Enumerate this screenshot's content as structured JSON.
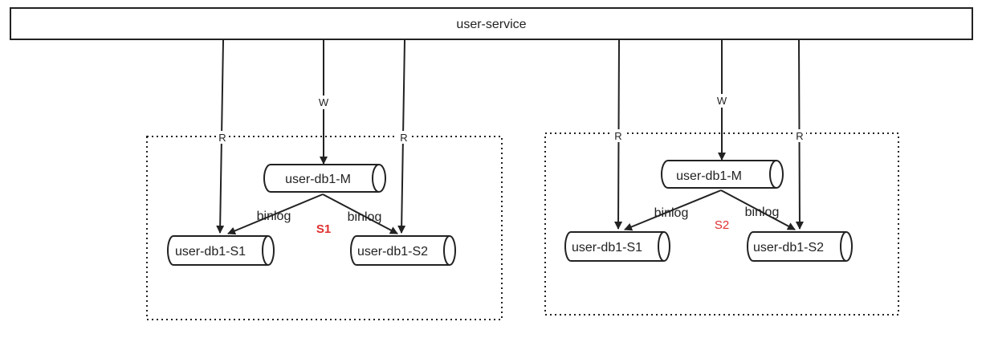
{
  "service": {
    "label": "user-service"
  },
  "edge_labels": {
    "read": "R",
    "write": "W",
    "replication": "binlog"
  },
  "colors": {
    "line": "#222222",
    "shard_label": "#e03030"
  },
  "shards": [
    {
      "label": "S1",
      "label_bold": true,
      "master": "user-db1-M",
      "slaves": [
        "user-db1-S1",
        "user-db1-S2"
      ]
    },
    {
      "label": "S2",
      "label_bold": false,
      "master": "user-db1-M",
      "slaves": [
        "user-db1-S1",
        "user-db1-S2"
      ]
    }
  ]
}
